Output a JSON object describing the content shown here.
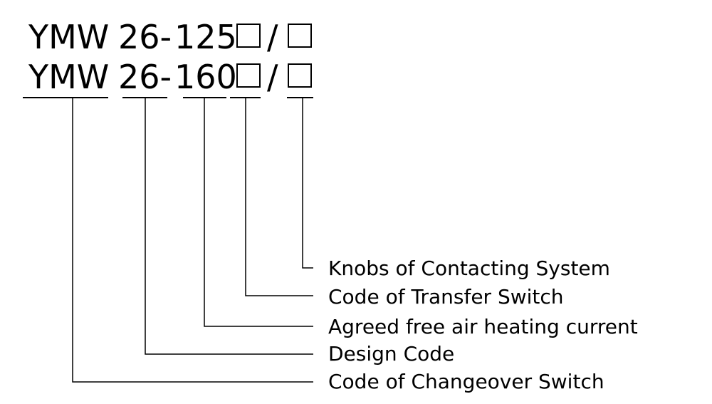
{
  "model_codes": [
    {
      "prefix": "YMW",
      "design": "26-",
      "current": "125",
      "slash": "/"
    },
    {
      "prefix": "YMW",
      "design": "26-",
      "current": "160",
      "slash": "/"
    }
  ],
  "labels": [
    "Knobs of Contacting System",
    "Code of Transfer Switch",
    "Agreed free air heating current",
    "Design Code",
    "Code of Changeover Switch"
  ],
  "colors": {
    "text": "#000000",
    "background": "#ffffff"
  }
}
